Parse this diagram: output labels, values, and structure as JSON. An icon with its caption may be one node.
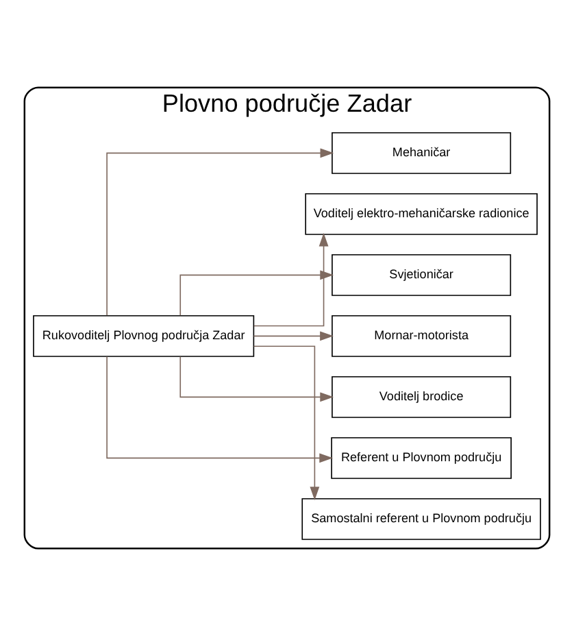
{
  "diagram": {
    "nodes": [
      {
        "text": [
          "Plovno područje Zadar"
        ]
      },
      {
        "text": [
          "Rukovoditelj Plovnog područja Zadar"
        ],
        "in": 0
      },
      {
        "text": [
          "Samostalni referent u Plovnom području"
        ],
        "in": 0
      },
      {
        "text": [
          "Referent u Plovnom području"
        ],
        "in": 0
      },
      {
        "text": [
          "Voditelj brodice"
        ],
        "in": 0
      },
      {
        "text": [
          "Mornar-motorista"
        ],
        "in": 0
      },
      {
        "text": [
          "Svjetioničar"
        ],
        "in": 0
      },
      {
        "text": [
          "Voditelj elektro-mehaničarske radionice"
        ],
        "in": 0
      },
      {
        "text": [
          "Mehaničar"
        ],
        "in": 0
      }
    ],
    "edges": [
      {
        "from": 1,
        "to": 2,
        "arrow": "to"
      },
      {
        "from": 1,
        "to": 3,
        "arrow": "to"
      },
      {
        "from": 1,
        "to": 4,
        "arrow": "to"
      },
      {
        "from": 1,
        "to": 5,
        "arrow": "to"
      },
      {
        "from": 1,
        "to": 6,
        "arrow": "to"
      },
      {
        "from": 1,
        "to": 7,
        "arrow": "to"
      },
      {
        "from": 1,
        "to": 8,
        "arrow": "to"
      }
    ]
  }
}
